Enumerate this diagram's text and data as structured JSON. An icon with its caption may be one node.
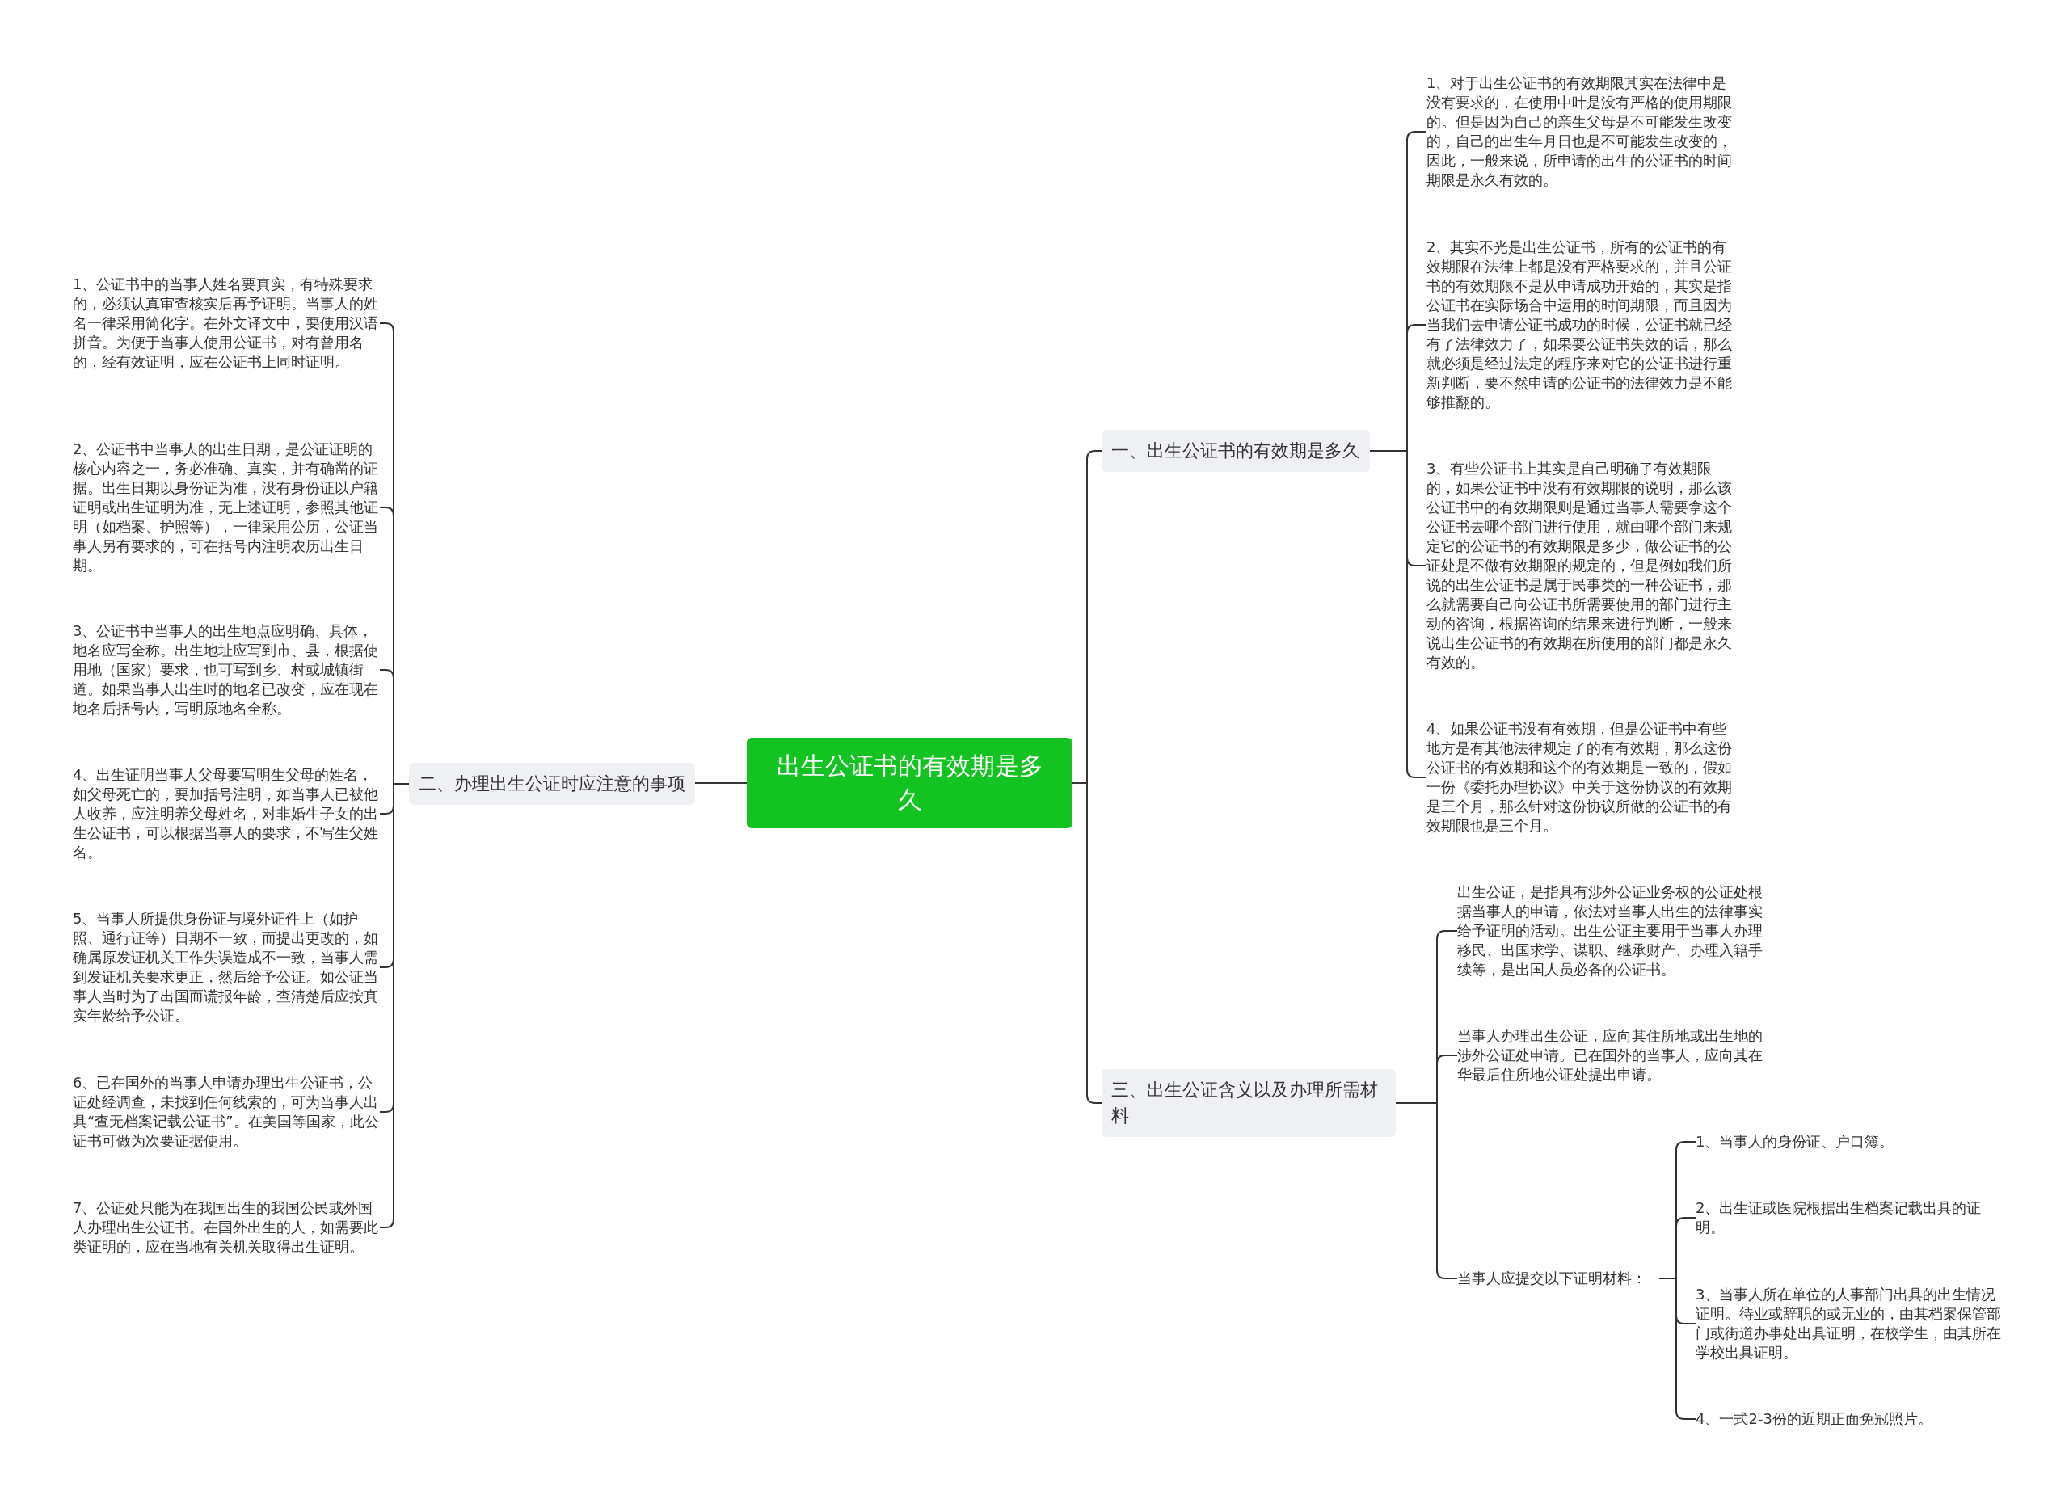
{
  "diagram": {
    "nodes": [
      {
        "text": [
          "出生公证书的有效期是多久"
        ]
      },
      {
        "text": [
          "一、出生公证书的有效期是多久"
        ]
      },
      {
        "text": [
          "1、对于出生公证书的有效期限其实在法律中是没有要求的，在使用中叶是没有严格的使用期限的。但是因为自己的亲生父母是不可能发生改变的，自己的出生年月日也是不可能发生改变的，因此，一般来说，所申请的出生的公证书的时间期限是永久有效的。"
        ]
      },
      {
        "text": [
          "2、其实不光是出生公证书，所有的公证书的有效期限在法律上都是没有严格要求的，并且公证书的有效期限不是从申请成功开始的，其实是指公证书在实际场合中运用的时间期限，而且因为当我们去申请公证书成功的时候，公证书就已经有了法律效力了，如果要公证书失效的话，那么就必须是经过法定的程序来对它的公证书进行重新判断，要不然申请的公证书的法律效力是不能够推翻的。"
        ]
      },
      {
        "text": [
          "3、有些公证书上其实是自己明确了有效期限的，如果公证书中没有有效期限的说明，那么该公证书中的有效期限则是通过当事人需要拿这个公证书去哪个部门进行使用，就由哪个部门来规定它的公证书的有效期限是多少，做公证书的公证处是不做有效期限的规定的，但是例如我们所说的出生公证书是属于民事类的一种公证书，那么就需要自己向公证书所需要使用的部门进行主动的咨询，根据咨询的结果来进行判断，一般来说出生公证书的有效期在所使用的部门都是永久有效的。"
        ]
      },
      {
        "text": [
          "4、如果公证书没有有效期，但是公证书中有些地方是有其他法律规定了的有有效期，那么这份公证书的有效期和这个的有效期是一致的，假如一份《委托办理协议》中关于这份协议的有效期是三个月，那么针对这份协议所做的公证书的有效期限也是三个月。"
        ]
      },
      {
        "text": [
          "二、办理出生公证时应注意的事项"
        ]
      },
      {
        "text": [
          "1、公证书中的当事人姓名要真实，有特殊要求的，必须认真审查核实后再予证明。当事人的姓名一律采用简化字。在外文译文中，要使用汉语拼音。为便于当事人使用公证书，对有曾用名的，经有效证明，应在公证书上同时证明。"
        ]
      },
      {
        "text": [
          "2、公证书中当事人的出生日期，是公证证明的核心内容之一，务必准确、真实，并有确凿的证据。出生日期以身份证为准，没有身份证以户籍证明或出生证明为准，无上述证明，参照其他证明（如档案、护照等），一律采用公历，公证当事人另有要求的，可在括号内注明农历出生日期。"
        ]
      },
      {
        "text": [
          "3、公证书中当事人的出生地点应明确、具体，地名应写全称。出生地址应写到市、县，根据使用地（国家）要求，也可写到乡、村或城镇街道。如果当事人出生时的地名已改变，应在现在地名后括号内，写明原地名全称。"
        ]
      },
      {
        "text": [
          "4、出生证明当事人父母要写明生父母的姓名，如父母死亡的，要加括号注明，如当事人已被他人收养，应注明养父母姓名，对非婚生子女的出生公证书，可以根据当事人的要求，不写生父姓名。"
        ]
      },
      {
        "text": [
          "5、当事人所提供身份证与境外证件上（如护照、通行证等）日期不一致，而提出更改的，如确属原发证机关工作失误造成不一致，当事人需到发证机关要求更正，然后给予公证。如公证当事人当时为了出国而谎报年龄，查清楚后应按真实年龄给予公证。"
        ]
      },
      {
        "text": [
          "6、已在国外的当事人申请办理出生公证书，公证处经调查，未找到任何线索的，可为当事人出具“查无档案记载公证书”。在美国等国家，此公证书可做为次要证据使用。"
        ]
      },
      {
        "text": [
          "7、公证处只能为在我国出生的我国公民或外国人办理出生公证书。在国外出生的人，如需要此类证明的，应在当地有关机关取得出生证明。"
        ]
      },
      {
        "text": [
          "三、出生公证含义以及办理所需材料"
        ]
      },
      {
        "text": [
          "出生公证，是指具有涉外公证业务权的公证处根据当事人的申请，依法对当事人出生的法律事实给予证明的活动。出生公证主要用于当事人办理移民、出国求学、谋职、继承财产、办理入籍手续等，是出国人员必备的公证书。"
        ]
      },
      {
        "text": [
          "当事人办理出生公证，应向其住所地或出生地的涉外公证处申请。已在国外的当事人，应向其在华最后住所地公证处提出申请。"
        ]
      },
      {
        "text": [
          "当事人应提交以下证明材料："
        ]
      },
      {
        "text": [
          "1、当事人的身份证、户口簿。"
        ]
      },
      {
        "text": [
          "2、出生证或医院根据出生档案记载出具的证明。"
        ]
      },
      {
        "text": [
          "3、当事人所在单位的人事部门出具的出生情况证明。待业或辞职的或无业的，由其档案保管部门或街道办事处出具证明，在校学生，由其所在学校出具证明。"
        ]
      },
      {
        "text": [
          "4、一式2-3份的近期正面免冠照片。"
        ]
      }
    ],
    "edges": [
      {
        "from": 0,
        "to": 1,
        "arrow": "none"
      },
      {
        "from": 1,
        "to": 2,
        "arrow": "none"
      },
      {
        "from": 1,
        "to": 3,
        "arrow": "none"
      },
      {
        "from": 1,
        "to": 4,
        "arrow": "none"
      },
      {
        "from": 1,
        "to": 5,
        "arrow": "none"
      },
      {
        "from": 0,
        "to": 6,
        "arrow": "none"
      },
      {
        "from": 6,
        "to": 7,
        "arrow": "none"
      },
      {
        "from": 6,
        "to": 8,
        "arrow": "none"
      },
      {
        "from": 6,
        "to": 9,
        "arrow": "none"
      },
      {
        "from": 6,
        "to": 10,
        "arrow": "none"
      },
      {
        "from": 6,
        "to": 11,
        "arrow": "none"
      },
      {
        "from": 6,
        "to": 12,
        "arrow": "none"
      },
      {
        "from": 6,
        "to": 13,
        "arrow": "none"
      },
      {
        "from": 0,
        "to": 14,
        "arrow": "none"
      },
      {
        "from": 14,
        "to": 15,
        "arrow": "none"
      },
      {
        "from": 14,
        "to": 16,
        "arrow": "none"
      },
      {
        "from": 14,
        "to": 17,
        "arrow": "none"
      },
      {
        "from": 17,
        "to": 18,
        "arrow": "none"
      },
      {
        "from": 17,
        "to": 19,
        "arrow": "none"
      },
      {
        "from": 17,
        "to": 20,
        "arrow": "none"
      },
      {
        "from": 17,
        "to": 21,
        "arrow": "none"
      }
    ]
  }
}
